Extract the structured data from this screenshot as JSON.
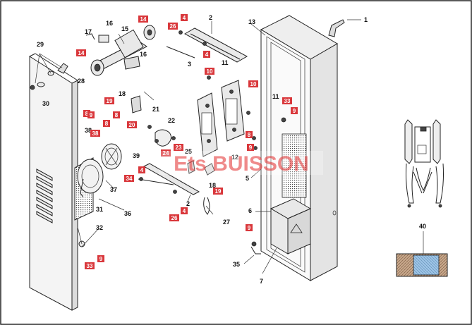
{
  "watermark": "Ets BUISSON",
  "callouts": [
    {
      "text": "1"
    },
    {
      "text": "2"
    },
    {
      "text": "2"
    },
    {
      "text": "3"
    },
    {
      "text": "5"
    },
    {
      "text": "6"
    },
    {
      "text": "7"
    },
    {
      "text": "11"
    },
    {
      "text": "11"
    },
    {
      "text": "12"
    },
    {
      "text": "13"
    },
    {
      "text": "15"
    },
    {
      "text": "16"
    },
    {
      "text": "16"
    },
    {
      "text": "17"
    },
    {
      "text": "18"
    },
    {
      "text": "18"
    },
    {
      "text": "21"
    },
    {
      "text": "22"
    },
    {
      "text": "25"
    },
    {
      "text": "27"
    },
    {
      "text": "28"
    },
    {
      "text": "29"
    },
    {
      "text": "30"
    },
    {
      "text": "31"
    },
    {
      "text": "32"
    },
    {
      "text": "35"
    },
    {
      "text": "36"
    },
    {
      "text": "37"
    },
    {
      "text": "38"
    },
    {
      "text": "39"
    },
    {
      "text": "40"
    }
  ],
  "tags": [
    {
      "text": "14"
    },
    {
      "text": "4"
    },
    {
      "text": "26"
    },
    {
      "text": "4"
    },
    {
      "text": "14"
    },
    {
      "text": "10"
    },
    {
      "text": "10"
    },
    {
      "text": "33"
    },
    {
      "text": "9"
    },
    {
      "text": "19"
    },
    {
      "text": "8"
    },
    {
      "text": "9"
    },
    {
      "text": "8"
    },
    {
      "text": "38"
    },
    {
      "text": "20"
    },
    {
      "text": "23"
    },
    {
      "text": "24"
    },
    {
      "text": "34"
    },
    {
      "text": "4"
    },
    {
      "text": "8"
    },
    {
      "text": "9"
    },
    {
      "text": "19"
    },
    {
      "text": "26"
    },
    {
      "text": "4"
    },
    {
      "text": "9"
    },
    {
      "text": "33"
    },
    {
      "text": "9"
    },
    {
      "text": "8"
    }
  ],
  "colors": {
    "tag": "#d9373b",
    "line": "#222222",
    "watermark": "#e53b3b"
  }
}
